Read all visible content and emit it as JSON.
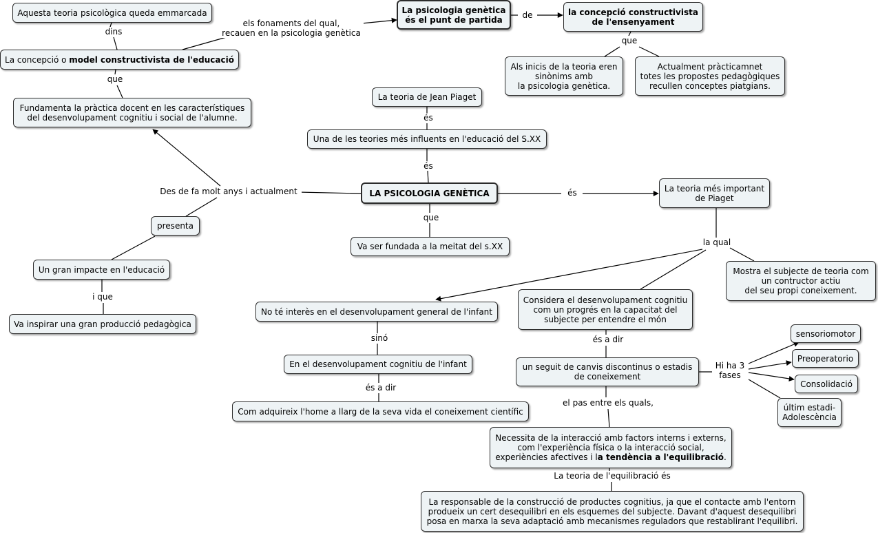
{
  "nodes": {
    "n_aquesta": "Aquesta teoria psicològica queda emmarcada",
    "n_model_pre": "La concepció o ",
    "n_model_bold": "model constructivista de l'educació",
    "n_fundamenta_1": "Fundamenta la pràctica docent en les característiques",
    "n_fundamenta_2": "del desenvolupament cognitiu i social de l'alumne.",
    "n_punt_1": "La psicologia genètica",
    "n_punt_2": "és el punt de partida",
    "n_concepcio_1": "la concepció constructivista",
    "n_concepcio_2": "de l'ensenyament",
    "n_inicis_1": "Als inicis de la teoria eren",
    "n_inicis_2": "sinònims amb",
    "n_inicis_3": "la psicologia genètica.",
    "n_actualment_1": "Actualment pràcticamnet",
    "n_actualment_2": "totes les propostes pedagògiques",
    "n_actualment_3": "recullen conceptes piatgians.",
    "n_piaget": "La teoria de Jean Piaget",
    "n_influents": "Una de les teories més influents en l'educació del S.XX",
    "n_central": "LA PSICOLOGIA GENÈTICA",
    "n_fundada": "Va ser fundada a la meitat del s.XX",
    "n_important_1": "La teoria més important",
    "n_important_2": "de Piaget",
    "n_presenta": "presenta",
    "n_impacte": "Un gran impacte en l'educació",
    "n_inspirar": "Va inspirar una gran producció pedagògica",
    "n_mostra_1": "Mostra el subjecte de teoria com",
    "n_mostra_2": "un contructor actiu",
    "n_mostra_3": "del seu propi coneixement.",
    "n_considera_1": "Considera el desenvolupament cognitiu",
    "n_considera_2": "com un progrés en la capacitat del",
    "n_considera_3": "subjecte per entendre el món",
    "n_notinteres": "No té interès en el desenvolupament general de l'infant",
    "n_cognitiu": "En el desenvolupament cognitiu de l'infant",
    "n_adquireix": "Com adquireix l'home a llarg de la seva vida el coneixement científic",
    "n_canvis_1": "un seguit de canvis discontinus o estadis",
    "n_canvis_2": "de coneixement",
    "n_sensoriomotor": "sensoriomotor",
    "n_preoperatorio": "Preoperatorio",
    "n_consolidacio": "Consolidació",
    "n_ultim_1": "últim estadi-",
    "n_ultim_2": "Adolescència",
    "n_necessita_1": "Necessita de la interacció amb factors interns i externs,",
    "n_necessita_2": "com l'experiència física o la interacció social,",
    "n_necessita_3_pre": "experiències afectives i l",
    "n_necessita_3_bold": "a tendència a l'equilibració",
    "n_necessita_3_post": ".",
    "n_responsable_1": "La responsable de la construcció de productes cognitius, ja que el contacte amb l'entorn",
    "n_responsable_2": "produeix un cert desequilibri en els esquemes del subjecte. Davant d'aquest desequilibri",
    "n_responsable_3": "posa en marxa la seva adaptació amb mecanismes reguladors que restablirant l'equilibri."
  },
  "links": {
    "l_dins": "dins",
    "l_fonaments_1": "els fonaments del qual,",
    "l_fonaments_2": "recauen en la psicologia genètica",
    "l_que_model": "que",
    "l_de": "de",
    "l_que_concepcio": "que",
    "l_es_piaget": "és",
    "l_es_influents": "és",
    "l_desde": "Des de fa molt anys i actualment",
    "l_es_important": "és",
    "l_que_fundada": "que",
    "l_iq": "i que",
    "l_laqual": "la qual",
    "l_sino": "sinó",
    "l_esadir_1": "és a dir",
    "l_esadir_2": "és a dir",
    "l_hiha_1": "Hi ha 3",
    "l_hiha_2": "fases",
    "l_pas": "el pas entre els quals,",
    "l_equilibracio": "La teoria de l'equilibració és"
  }
}
